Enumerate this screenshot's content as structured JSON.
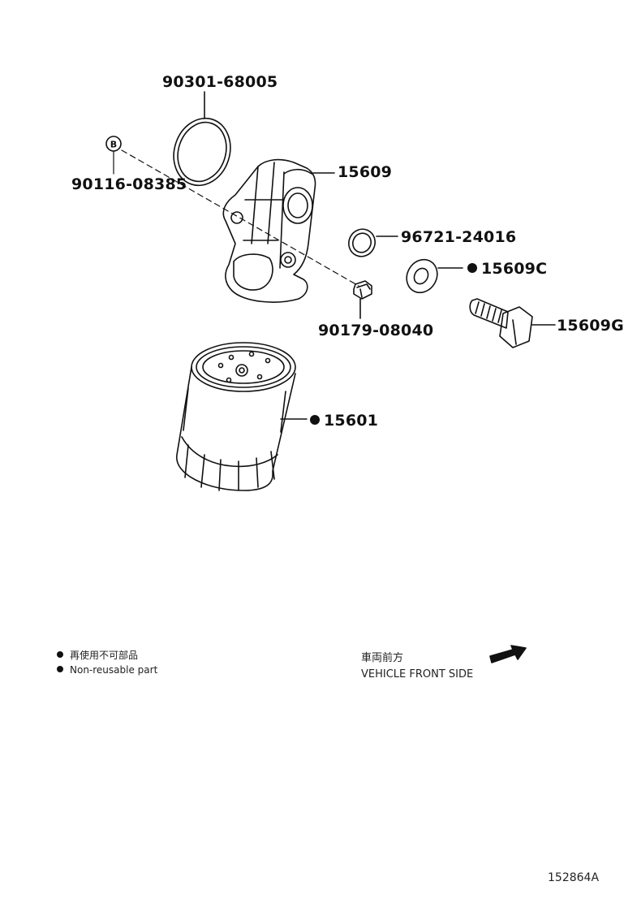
{
  "parts": {
    "oring_90301": "90301-68005",
    "bolt_90116": "90116-08385",
    "bracket_15609": "15609",
    "gasket_96721": "96721-24016",
    "washer_15609c": "15609C",
    "union_15609g": "15609G",
    "plug_90179": "90179-08040",
    "filter_15601": "15601"
  },
  "callout_b": "B",
  "legend": {
    "jp": "再使用不可部品",
    "en": "Non-reusable part"
  },
  "front_side": {
    "jp": "車両前方",
    "en": "VEHICLE FRONT SIDE"
  },
  "illustration_id": "152864A"
}
